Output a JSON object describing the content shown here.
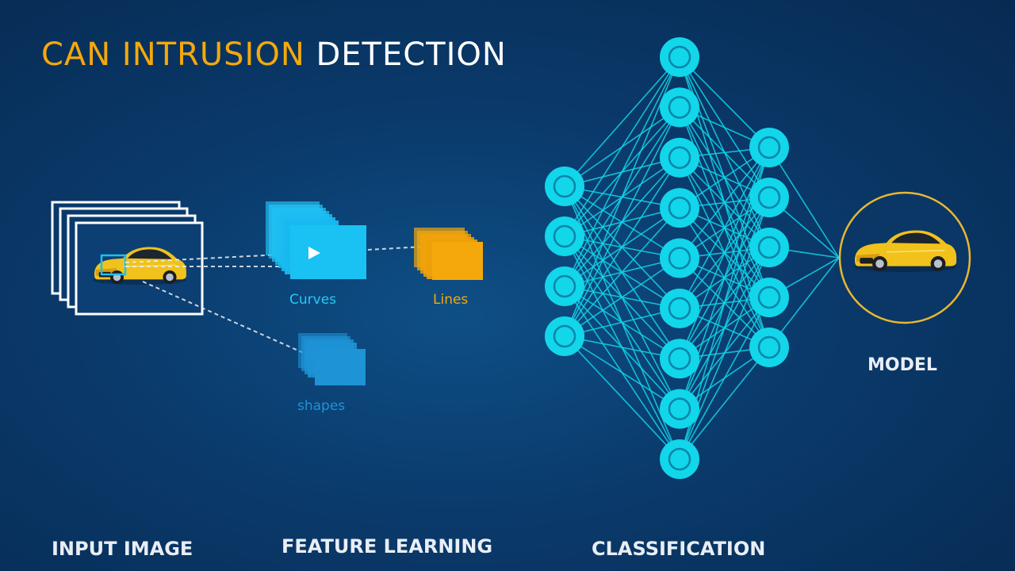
{
  "title": {
    "part1": "CAN INTRUSION",
    "part2": "DETECTION"
  },
  "sections": {
    "input": "INPUT IMAGE",
    "feature": "FEATURE LEARNING",
    "classification": "CLASSIFICATION",
    "model": "MODEL"
  },
  "features": {
    "curves": "Curves",
    "lines": "Lines",
    "shapes": "shapes"
  },
  "network": {
    "layers": [
      4,
      9,
      5
    ]
  },
  "colors": {
    "title_accent": "#f5a80b",
    "node": "#12d6ea",
    "curves": "#19c2f2",
    "lines": "#f5a80b",
    "shapes": "#1e93d6",
    "car": "#f1c21b"
  },
  "icons": [
    "car-icon",
    "play-icon"
  ]
}
